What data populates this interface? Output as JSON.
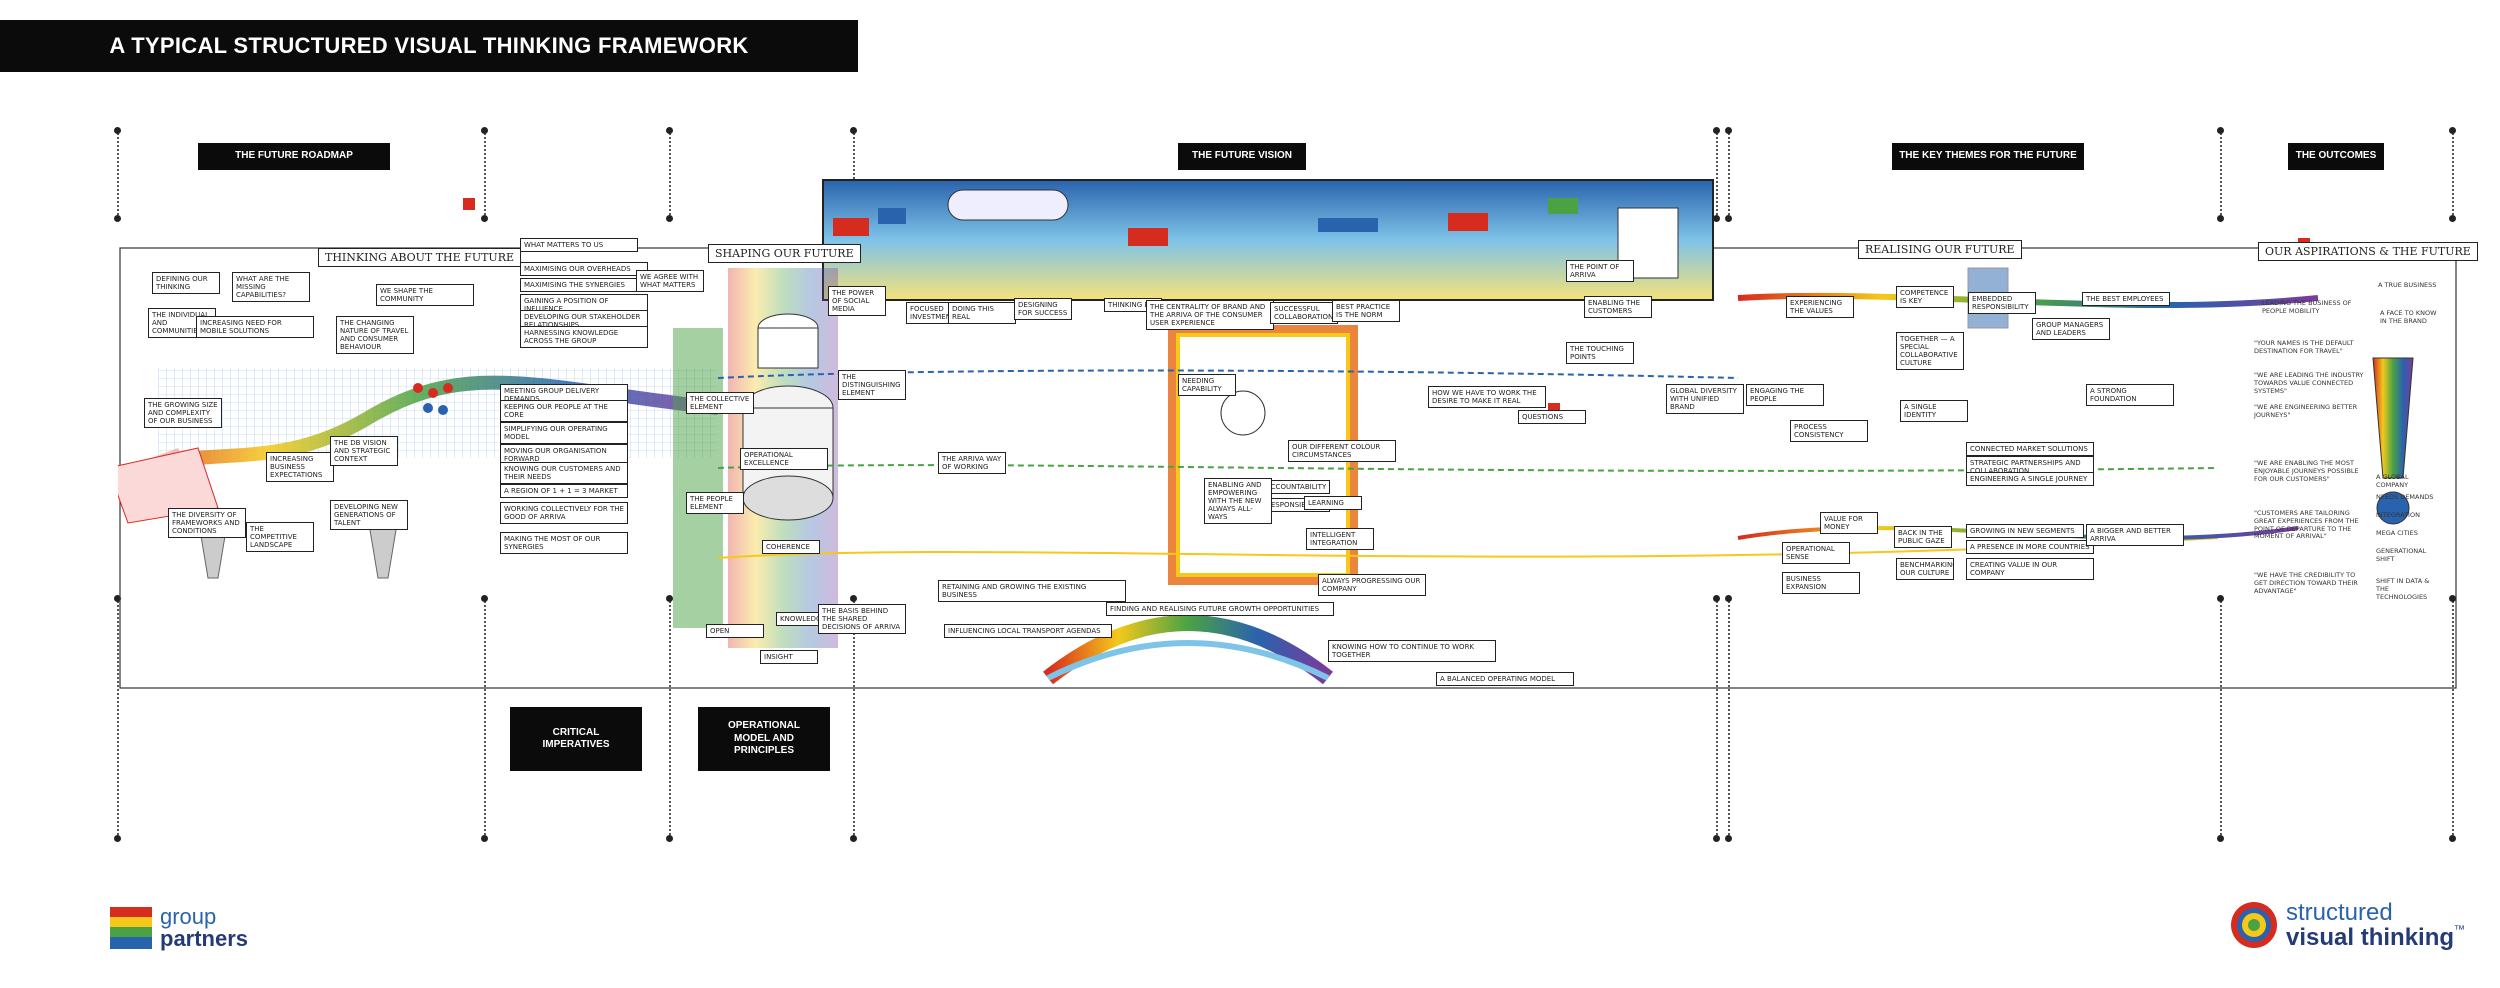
{
  "title": "A TYPICAL STRUCTURED VISUAL THINKING FRAMEWORK",
  "section_labels": {
    "future_roadmap": "THE FUTURE ROADMAP",
    "future_vision": "THE FUTURE VISION",
    "key_themes": "THE KEY THEMES FOR THE FUTURE",
    "outcomes": "THE OUTCOMES",
    "critical_imperatives": "CRITICAL IMPERATIVES",
    "operational_model": "OPERATIONAL MODEL AND PRINCIPLES"
  },
  "headers": {
    "thinking_future": "THINKING ABOUT THE FUTURE",
    "shaping_future": "SHAPING OUR FUTURE",
    "realising_future": "REALISING OUR FUTURE",
    "aspirations": "OUR ASPIRATIONS & THE FUTURE"
  },
  "roadmap_cards": [
    "DEFINING OUR THINKING",
    "WHAT ARE THE MISSING CAPABILITIES?",
    "WE SHAPE THE COMMUNITY",
    "THE INDIVIDUAL AND COMMUNITIES",
    "INCREASING NEED FOR MOBILE SOLUTIONS",
    "THE CHANGING NATURE OF TRAVEL AND CONSUMER BEHAVIOUR",
    "THE GROWING SIZE AND COMPLEXITY OF OUR BUSINESS",
    "INCREASING BUSINESS EXPECTATIONS",
    "THE DB VISION AND STRATEGIC CONTEXT",
    "THE DIVERSITY OF FRAMEWORKS AND CONDITIONS",
    "THE COMPETITIVE LANDSCAPE",
    "DEVELOPING NEW GENERATIONS OF TALENT"
  ],
  "imperative_cards": [
    "WHAT MATTERS TO US",
    "MAXIMISING OUR OVERHEADS",
    "MAXIMISING THE SYNERGIES",
    "GAINING A POSITION OF INFLUENCE",
    "DEVELOPING OUR STAKEHOLDER RELATIONSHIPS",
    "HARNESSING KNOWLEDGE ACROSS THE GROUP",
    "MEETING GROUP DELIVERY DEMANDS",
    "KEEPING OUR PEOPLE AT THE CORE",
    "SIMPLIFYING OUR OPERATING MODEL",
    "MOVING OUR ORGANISATION FORWARD",
    "KNOWING OUR CUSTOMERS AND THEIR NEEDS",
    "A REGION OF 1 + 1 = 3 MARKET",
    "WORKING COLLECTIVELY FOR THE GOOD OF ARRIVA",
    "MAKING THE MOST OF OUR SYNERGIES"
  ],
  "operational_cards": [
    "WE AGREE WITH WHAT MATTERS",
    "THE COLLECTIVE ELEMENT",
    "OPERATIONAL EXCELLENCE",
    "THE PEOPLE ELEMENT",
    "COHERENCE",
    "KNOWLEDGE",
    "INSIGHT",
    "OPEN",
    "THE BASIS BEHIND THE SHARED DECISIONS OF ARRIVA"
  ],
  "vision_cards": [
    "THE POWER OF SOCIAL MEDIA",
    "THE DISTINGUISHING ELEMENT",
    "FOCUSED INVESTMENT",
    "DOING THIS REAL",
    "DESIGNING FOR SUCCESS",
    "THINKING BIG",
    "THE CENTRALITY OF BRAND AND THE ARRIVA OF THE CONSUMER USER EXPERIENCE",
    "SUCCESSFUL COLLABORATION",
    "BEST PRACTICE IS THE NORM",
    "THE POINT OF ARRIVA",
    "ENABLING THE CUSTOMERS",
    "THE TOUCHING POINTS",
    "NEEDING CAPABILITY",
    "THE ARRIVA WAY OF WORKING",
    "HOW WE HAVE TO WORK THE DESIRE TO MAKE IT REAL",
    "QUESTIONS",
    "OUR DIFFERENT COLOUR CIRCUMSTANCES",
    "INTELLIGENT INTEGRATION",
    "ACCOUNTABILITY",
    "RESPONSIBILITY",
    "ENABLING AND EMPOWERING WITH THE NEW ALWAYS ALL-WAYS",
    "LEARNING",
    "ALWAYS PROGRESSING OUR COMPANY",
    "RETAINING AND GROWING THE EXISTING BUSINESS",
    "FINDING AND REALISING FUTURE GROWTH OPPORTUNITIES",
    "INFLUENCING LOCAL TRANSPORT AGENDAS",
    "KNOWING HOW TO CONTINUE TO WORK TOGETHER",
    "A BALANCED OPERATING MODEL"
  ],
  "theme_cards": [
    "EXPERIENCING THE VALUES",
    "COMPETENCE IS KEY",
    "TOGETHER — A SPECIAL COLLABORATIVE CULTURE",
    "EMBEDDED RESPONSIBILITY",
    "GROUP MANAGERS AND LEADERS",
    "THE BEST EMPLOYEES",
    "GLOBAL DIVERSITY WITH UNIFIED BRAND",
    "ENGAGING THE PEOPLE",
    "A SINGLE IDENTITY",
    "A STRONG FOUNDATION",
    "PROCESS CONSISTENCY",
    "CONNECTED MARKET SOLUTIONS",
    "STRATEGIC PARTNERSHIPS AND COLLABORATION",
    "ENGINEERING A SINGLE JOURNEY",
    "VALUE FOR MONEY",
    "OPERATIONAL SENSE",
    "BACK IN THE PUBLIC GAZE",
    "GROWING IN NEW SEGMENTS",
    "A PRESENCE IN MORE COUNTRIES",
    "CREATING VALUE IN OUR COMPANY",
    "A BIGGER AND BETTER ARRIVA",
    "BUSINESS EXPANSION",
    "BENCHMARKING OUR CULTURE"
  ],
  "outcome_cards": [
    "A TRUE BUSINESS",
    "LEADING THE BUSINESS OF PEOPLE MOBILITY",
    "A FACE TO KNOW IN THE BRAND",
    "\"YOUR NAMES IS THE DEFAULT DESTINATION FOR TRAVEL\"",
    "\"WE ARE LEADING THE INDUSTRY TOWARDS VALUE CONNECTED SYSTEMS\"",
    "\"WE ARE ENGINEERING BETTER JOURNEYS\"",
    "\"WE ARE ENABLING THE MOST ENJOYABLE JOURNEYS POSSIBLE FOR OUR CUSTOMERS\"",
    "\"CUSTOMERS ARE TAILORING GREAT EXPERIENCES FROM THE POINT OF DEPARTURE TO THE MOMENT OF ARRIVAL\"",
    "\"WE HAVE THE CREDIBILITY TO GET DIRECTION TOWARD THEIR ADVANTAGE\"",
    "A GLOBAL COMPANY",
    "NEEDS DEMANDS",
    "INTEGRATION",
    "MEGA CITIES",
    "GENERATIONAL SHIFT",
    "SHIFT IN DATA & THE TECHNOLOGIES"
  ],
  "logos": {
    "left_line1": "group",
    "left_line2": "partners",
    "right_line1": "structured",
    "right_line2": "visual thinking",
    "right_tm": "™"
  },
  "colors": {
    "label_bg": "#0b0b0b",
    "accent_red": "#d62b1f",
    "accent_blue": "#2a63ad",
    "accent_yellow": "#f5c81a",
    "accent_green": "#4aa245",
    "logo_blue": "#253b77"
  }
}
